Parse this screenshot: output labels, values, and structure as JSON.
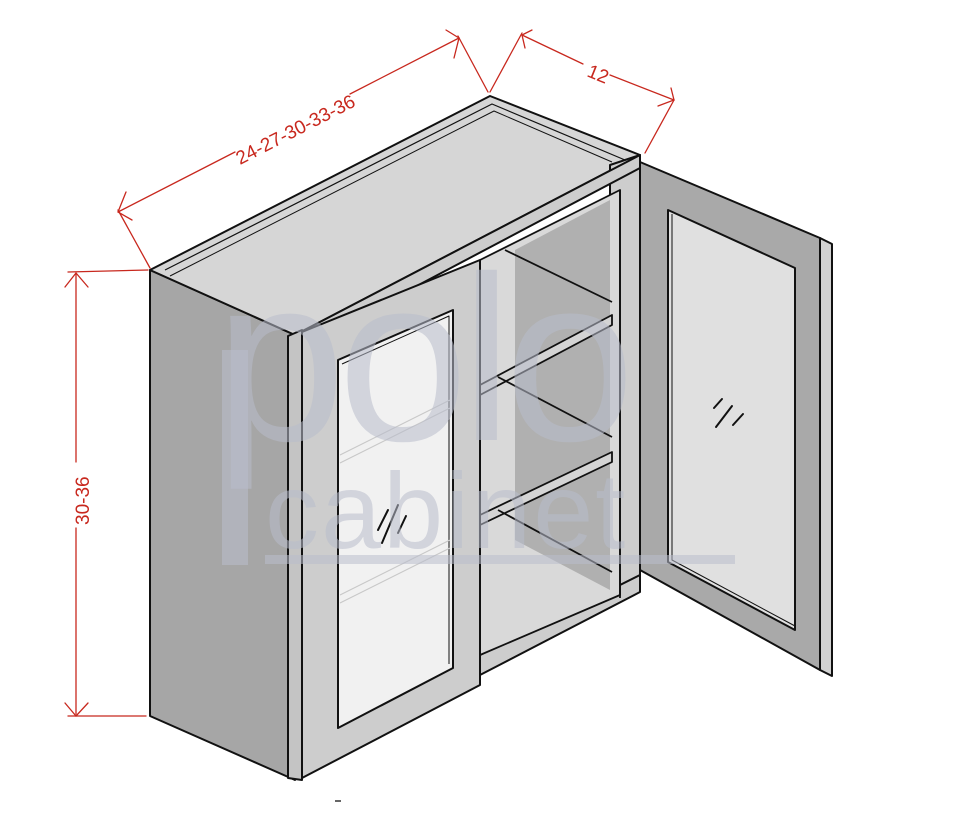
{
  "diagram": {
    "subject": "Double-door glass wall cabinet (one door open, two adjustable shelves)",
    "colors": {
      "dimension": "#c8281e",
      "outline": "#111111",
      "side_panel": "#a6a6a6",
      "face_frame": "#cdcdcd",
      "top_panel": "#d6d6d6",
      "interior_back": "#b0b0b0",
      "interior_light": "#d9d9d9",
      "glass": "#eeeeee",
      "open_door_frame": "#a9a9a9",
      "open_door_glass": "#e0e0e0",
      "watermark": "#b9bdcc"
    },
    "dimensions": {
      "width": {
        "label": "24-27-30-33-36",
        "axis": "width"
      },
      "depth": {
        "label": "12",
        "axis": "depth"
      },
      "height": {
        "label": "30-36",
        "axis": "height"
      }
    },
    "watermark": {
      "line1": "polo",
      "line2": "cabinet"
    },
    "glass_marks": {
      "left_door": "//",
      "right_door": "//"
    },
    "shelves": 2,
    "doors": 2
  }
}
